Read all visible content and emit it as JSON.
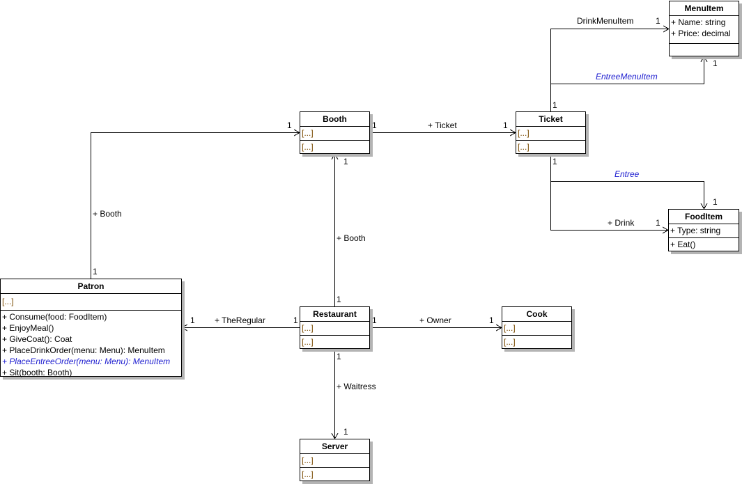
{
  "diagram": {
    "classes": {
      "menuitem": {
        "name": "MenuItem",
        "attributes": [
          "+ Name: string",
          "+ Price: decimal"
        ],
        "operations": []
      },
      "booth": {
        "name": "Booth",
        "attributes": [
          "[...]"
        ],
        "operations": [
          "[...]"
        ]
      },
      "ticket": {
        "name": "Ticket",
        "attributes": [
          "[...]"
        ],
        "operations": [
          "[...]"
        ]
      },
      "fooditem": {
        "name": "FoodItem",
        "attributes": [
          "+ Type: string"
        ],
        "operations": [
          "+ Eat()"
        ]
      },
      "patron": {
        "name": "Patron",
        "attributes": [
          "[...]"
        ],
        "operations": [
          "+ Consume(food: FoodItem)",
          "+ EnjoyMeal()",
          "+ GiveCoat(): Coat",
          "+ PlaceDrinkOrder(menu: Menu): MenuItem",
          "+ PlaceEntreeOrder(menu: Menu): MenuItem",
          "+ Sit(booth: Booth)"
        ]
      },
      "restaurant": {
        "name": "Restaurant",
        "attributes": [
          "[...]"
        ],
        "operations": [
          "[...]"
        ]
      },
      "cook": {
        "name": "Cook",
        "attributes": [
          "[...]"
        ],
        "operations": [
          "[...]"
        ]
      },
      "server": {
        "name": "Server",
        "attributes": [
          "[...]"
        ],
        "operations": [
          "[...]"
        ]
      }
    },
    "associations": [
      {
        "from": "Ticket",
        "to": "MenuItem",
        "role": "DrinkMenuItem",
        "source_mult": "1",
        "target_mult": "1",
        "abstract": false
      },
      {
        "from": "Ticket",
        "to": "MenuItem",
        "role": "EntreeMenuItem",
        "source_mult": "1",
        "target_mult": "1",
        "abstract": true
      },
      {
        "from": "Booth",
        "to": "Ticket",
        "role": "+ Ticket",
        "source_mult": "1",
        "target_mult": "1",
        "abstract": false
      },
      {
        "from": "Ticket",
        "to": "FoodItem",
        "role": "Entree",
        "source_mult": "1",
        "target_mult": "1",
        "abstract": true
      },
      {
        "from": "Ticket",
        "to": "FoodItem",
        "role": "+ Drink",
        "source_mult": "1",
        "target_mult": "1",
        "abstract": false
      },
      {
        "from": "Patron",
        "to": "Booth",
        "role": "+ Booth",
        "source_mult": "1",
        "target_mult": "1",
        "abstract": false
      },
      {
        "from": "Restaurant",
        "to": "Booth",
        "role": "+ Booth",
        "source_mult": "1",
        "target_mult": "1",
        "abstract": false
      },
      {
        "from": "Restaurant",
        "to": "Patron",
        "role": "+ TheRegular",
        "source_mult": "1",
        "target_mult": "1",
        "abstract": false
      },
      {
        "from": "Restaurant",
        "to": "Cook",
        "role": "+ Owner",
        "source_mult": "1",
        "target_mult": "1",
        "abstract": false
      },
      {
        "from": "Restaurant",
        "to": "Server",
        "role": "+ Waitress",
        "source_mult": "1",
        "target_mult": "1",
        "abstract": false
      }
    ]
  }
}
